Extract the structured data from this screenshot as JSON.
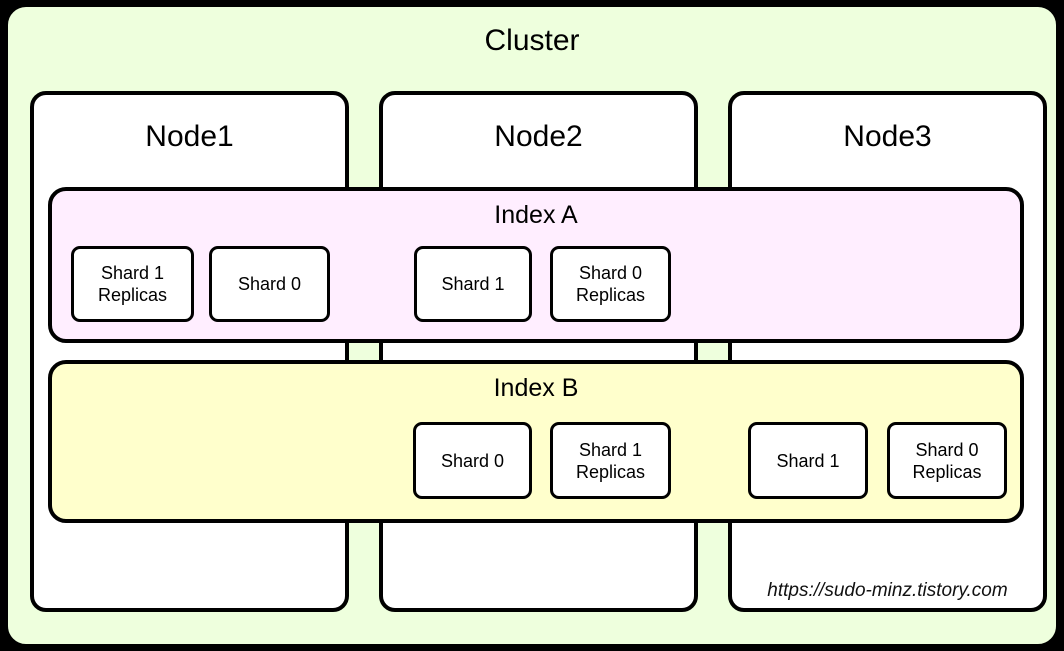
{
  "cluster": {
    "title": "Cluster",
    "bg_color": "#eeffdd",
    "border_color": "#000000"
  },
  "nodes": [
    {
      "label": "Node1"
    },
    {
      "label": "Node2"
    },
    {
      "label": "Node3"
    }
  ],
  "indexes": [
    {
      "title": "Index A",
      "bg_color": "#ffeeff",
      "shards": [
        {
          "label": "Shard 1\nReplicas",
          "node": "Node1"
        },
        {
          "label": "Shard 0",
          "node": "Node1"
        },
        {
          "label": "Shard 1",
          "node": "Node2"
        },
        {
          "label": "Shard 0\nReplicas",
          "node": "Node2"
        }
      ]
    },
    {
      "title": "Index B",
      "bg_color": "#ffffcc",
      "shards": [
        {
          "label": "Shard 0",
          "node": "Node2"
        },
        {
          "label": "Shard 1\nReplicas",
          "node": "Node2"
        },
        {
          "label": "Shard 1",
          "node": "Node3"
        },
        {
          "label": "Shard 0\nReplicas",
          "node": "Node3"
        }
      ]
    }
  ],
  "watermark": {
    "text": "https://sudo-minz.tistory.com"
  }
}
